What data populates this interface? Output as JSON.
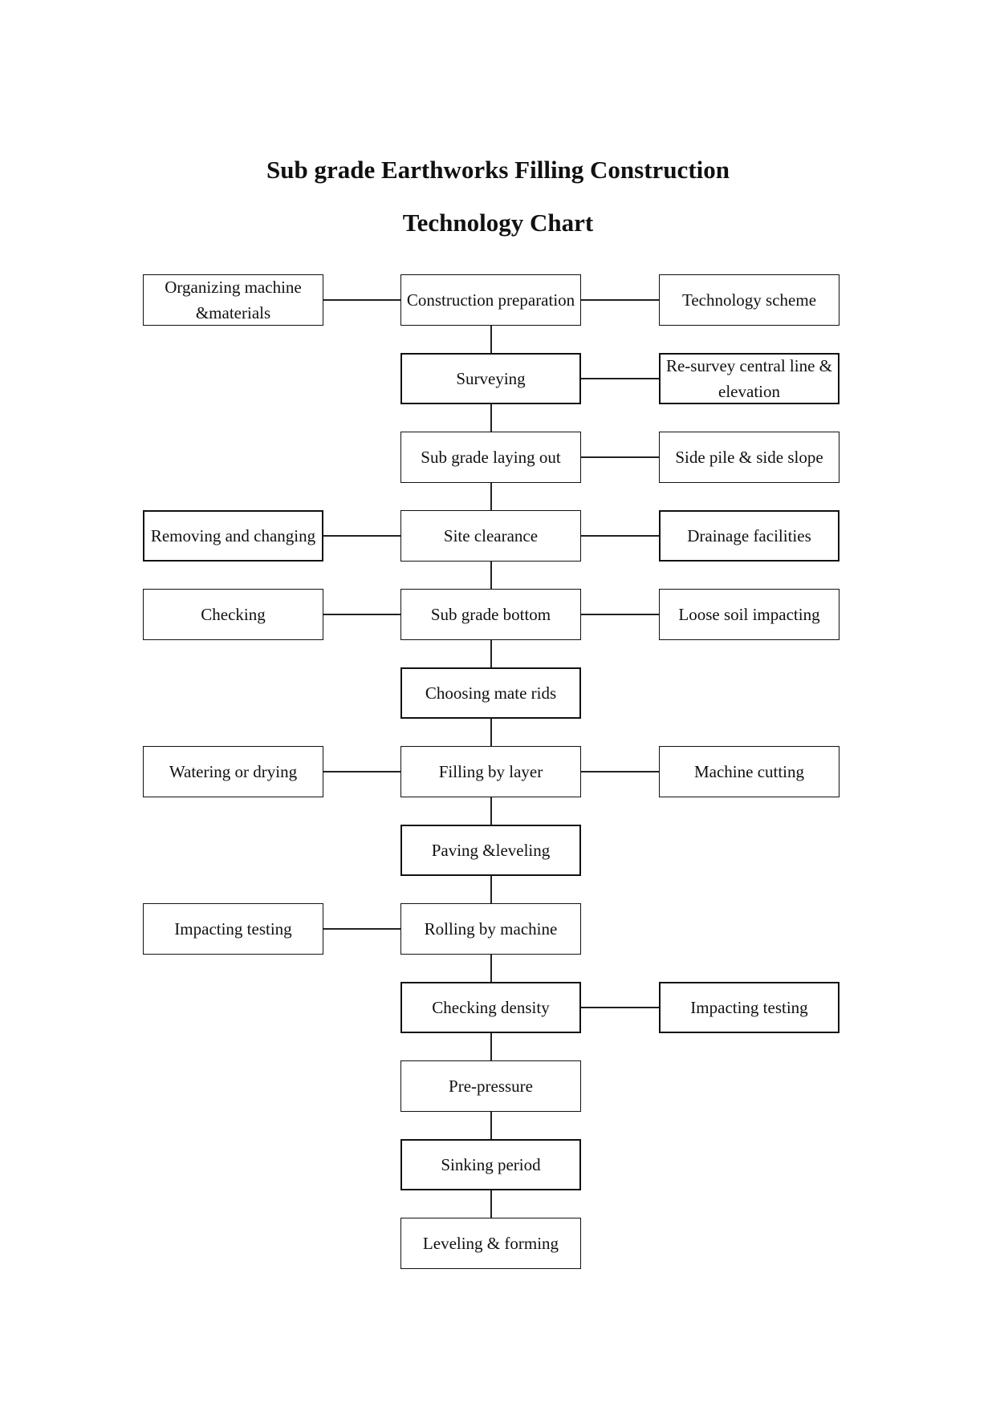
{
  "title": {
    "line1": "Sub grade Earthworks Filling Construction",
    "line2": "Technology Chart"
  },
  "steps": [
    "Construction preparation",
    "Surveying",
    "Sub grade laying out",
    "Site clearance",
    "Sub grade bottom",
    "Choosing mate rids",
    "Filling by layer",
    "Paving &leveling",
    "Rolling by machine",
    "Checking density",
    "Pre-pressure",
    "Sinking period",
    "Leveling & forming"
  ],
  "left_notes": {
    "construction_preparation": "Organizing machine &materials",
    "site_clearance": "Removing and changing",
    "sub_grade_bottom": "Checking",
    "filling_by_layer": "Watering or drying",
    "rolling_by_machine": "Impacting testing"
  },
  "right_notes": {
    "construction_preparation": "Technology scheme",
    "surveying": "Re-survey central line & elevation",
    "sub_grade_laying_out": "Side pile & side slope",
    "site_clearance": "Drainage facilities",
    "sub_grade_bottom": "Loose soil impacting",
    "filling_by_layer": "Machine cutting",
    "checking_density": "Impacting testing"
  }
}
